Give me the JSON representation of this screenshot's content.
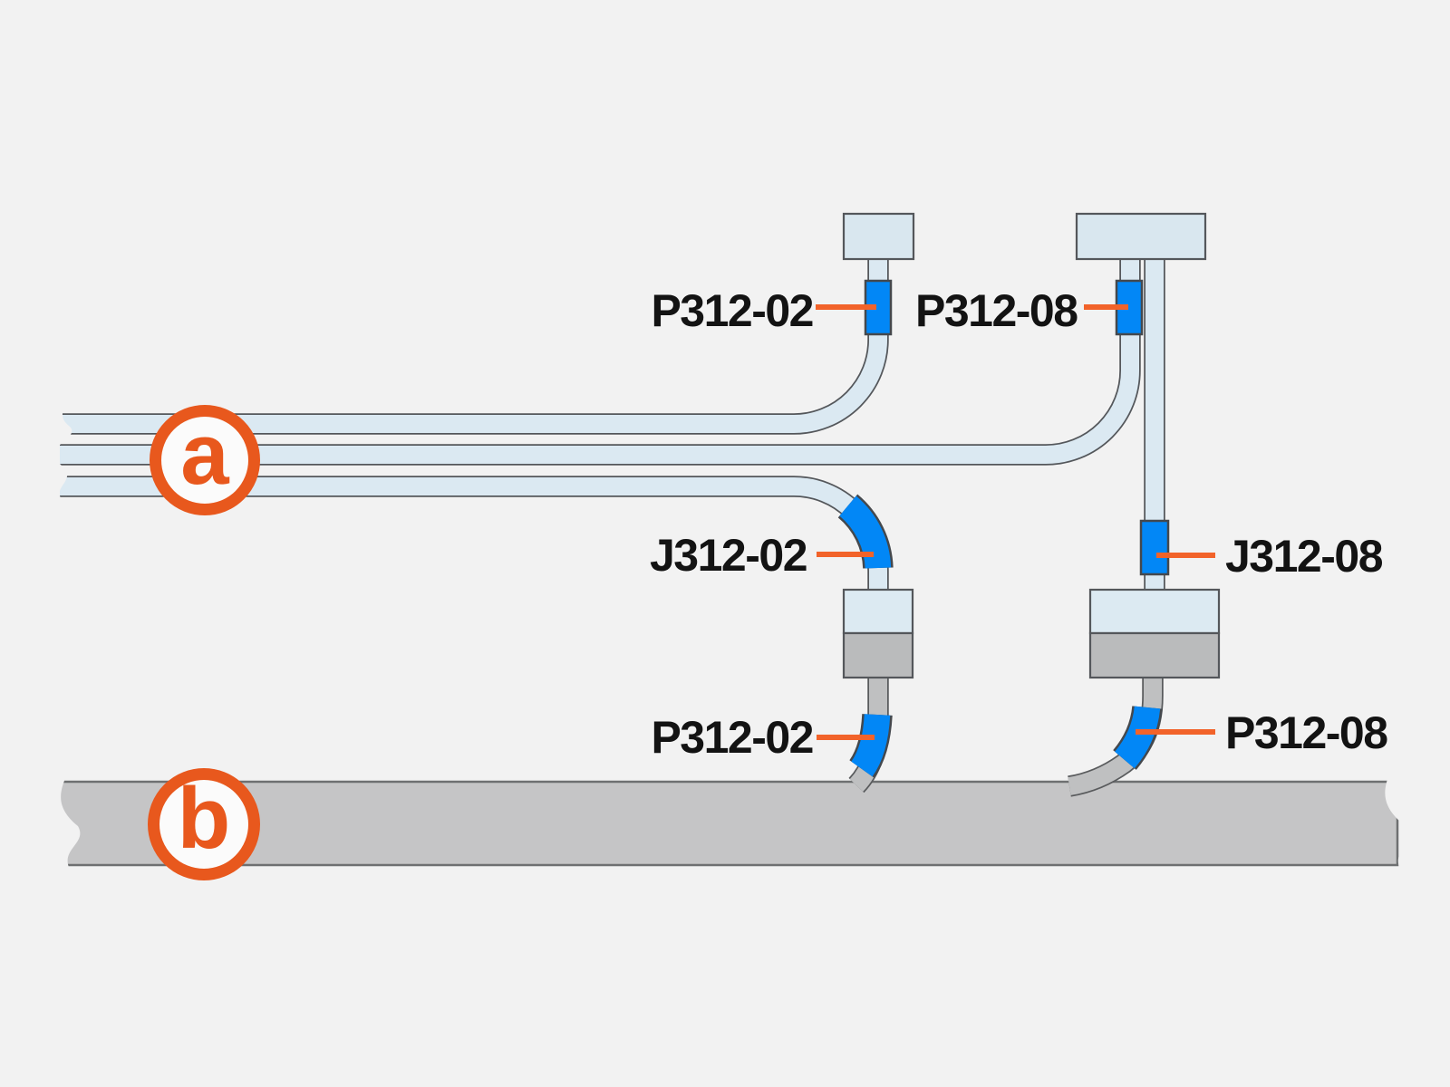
{
  "diagram": {
    "title": "cable-routing-diagram",
    "labels": {
      "p_top_left": "P312-02",
      "p_top_right": "P312-08",
      "j_left": "J312-02",
      "j_right": "J312-08",
      "p_bottom_left": "P312-02",
      "p_bottom_right": "P312-08"
    },
    "callouts": {
      "a": "a",
      "b": "b"
    },
    "colors": {
      "background": "#f2f2f2",
      "cable_blue": "#dbe9f2",
      "connector_blue": "#0287f6",
      "accent_orange": "#ec5b21",
      "cable_gray": "#bfc0c1",
      "block_gray": "#babbbc",
      "band_gray": "#c5c5c6",
      "label_black": "#131313"
    }
  }
}
